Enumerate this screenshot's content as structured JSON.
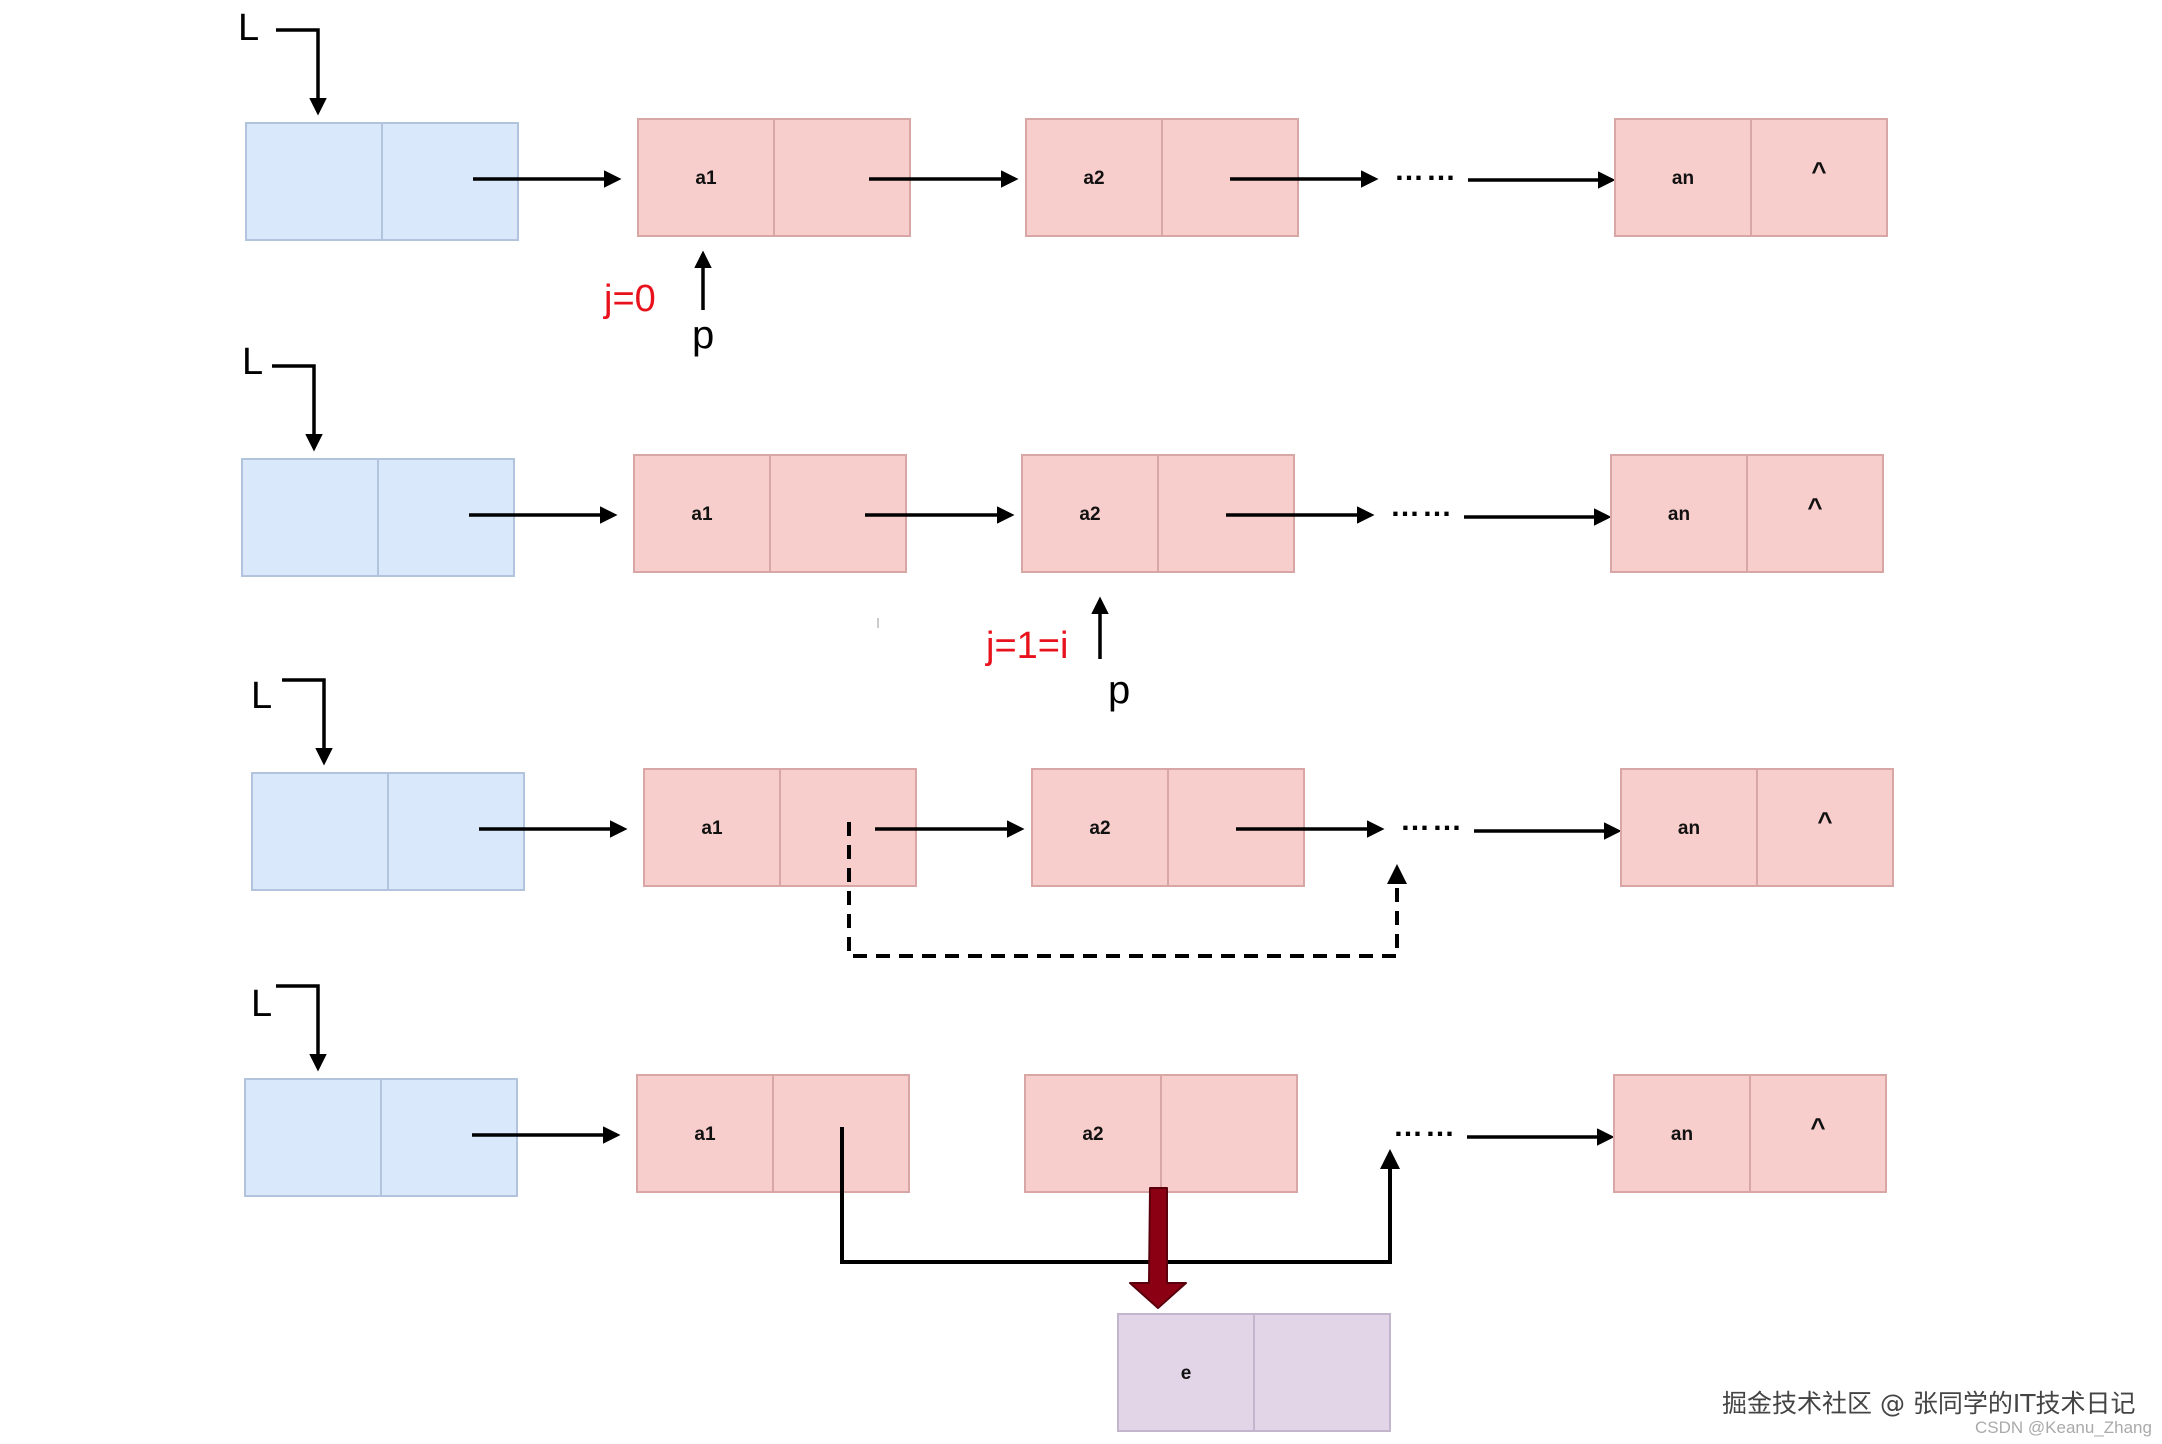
{
  "colors": {
    "head_fill": "#dae8fc",
    "head_stroke": "#b2c4dd",
    "node_fill": "#f8cecc",
    "node_stroke": "#d8a6a4",
    "new_fill": "#e1d5e7",
    "new_stroke": "#c3b5cc",
    "red_text": "#e8121c",
    "insert_arrow": "#8c0014",
    "arrow": "#000000"
  },
  "labels": {
    "head_pointer": "L",
    "node_a1": "a1",
    "node_a2": "a2",
    "node_an": "an",
    "null_symbol": "^",
    "ellipsis": "……",
    "pointer_p": "p",
    "counter_row1": "j=0",
    "counter_row2": "j=1=i",
    "new_node": "e"
  },
  "watermark": {
    "line1": "掘金技术社区 @ 张同学的IT技术日记",
    "line2": "CSDN @Keanu_Zhang"
  }
}
